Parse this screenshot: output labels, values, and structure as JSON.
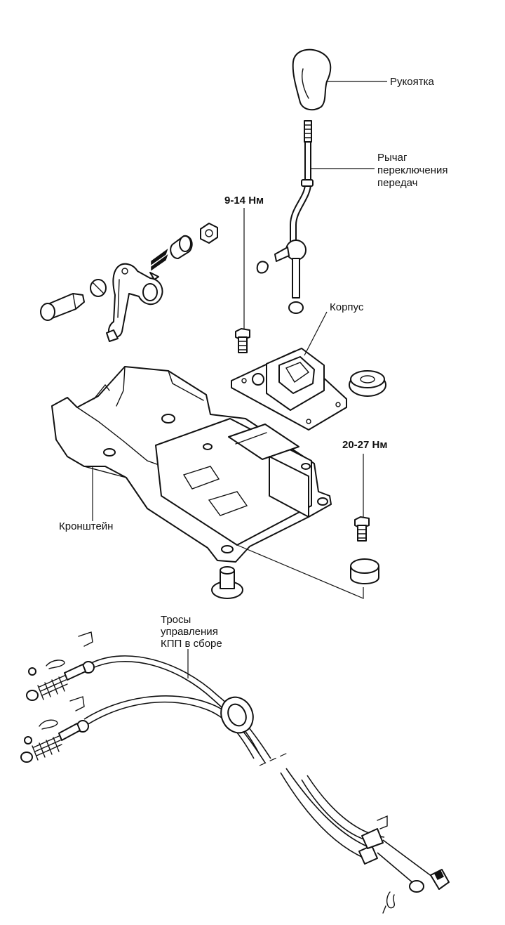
{
  "labels": {
    "handle": "Рукоятка",
    "lever_line1": "Рычаг",
    "lever_line2": "переключения",
    "lever_line3": "передач",
    "housing": "Корпус",
    "bracket": "Кронштейн",
    "cables_line1": "Тросы",
    "cables_line2": "управления",
    "cables_line3": "КПП в сборе"
  },
  "torques": {
    "bolt_upper": "9-14 Нм",
    "bolt_lower": "20-27 Нм"
  },
  "icons": {
    "knob": "shift-knob-icon",
    "lever": "shift-lever-icon",
    "housing": "housing-icon",
    "bracket": "bracket-icon",
    "cables": "cable-assembly-icon"
  }
}
